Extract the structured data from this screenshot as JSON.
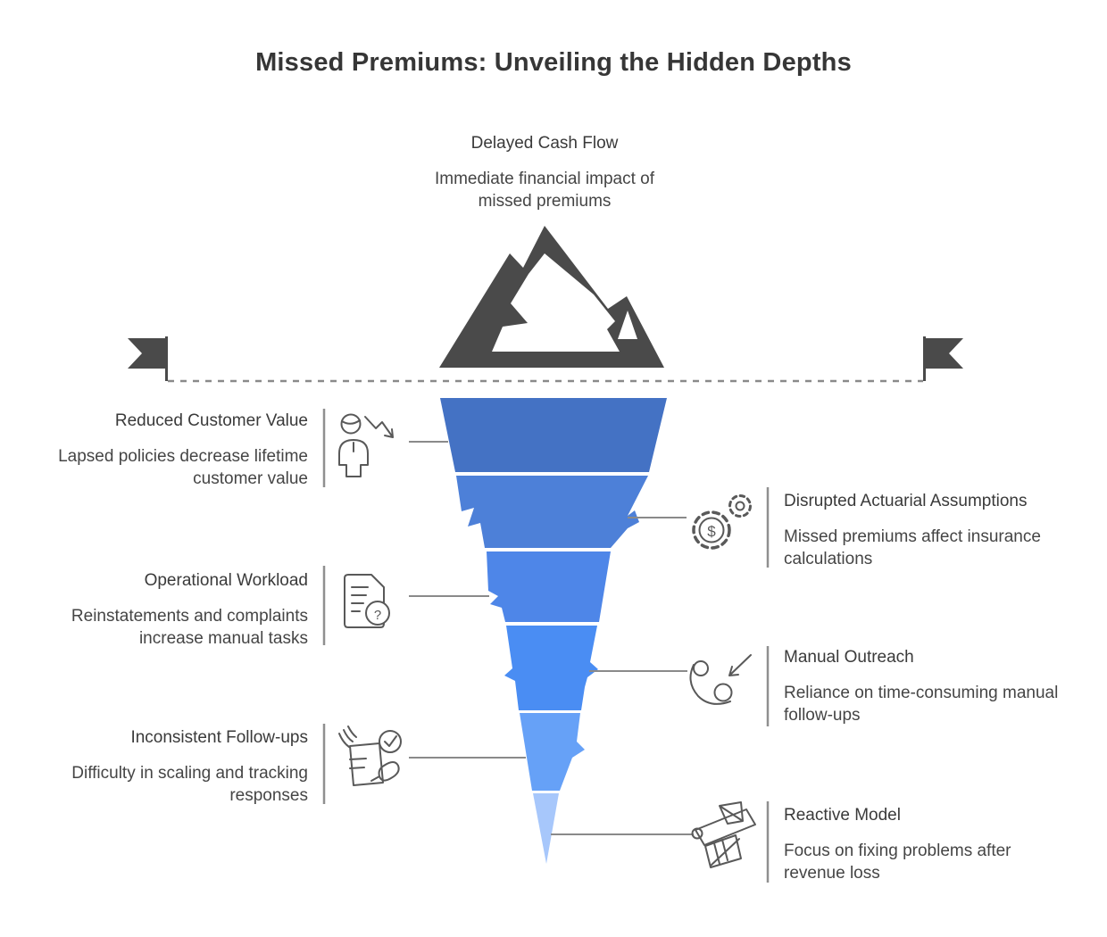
{
  "title": "Missed Premiums: Unveiling the Hidden Depths",
  "top_item": {
    "title": "Delayed Cash Flow",
    "desc": "Immediate financial impact of missed premiums",
    "icon": "mountain-icon"
  },
  "left_items": [
    {
      "title": "Reduced Customer Value",
      "desc": "Lapsed policies decrease lifetime customer value",
      "icon": "person-decline-icon"
    },
    {
      "title": "Operational Workload",
      "desc": "Reinstatements and complaints increase manual tasks",
      "icon": "document-question-icon"
    },
    {
      "title": "Inconsistent Follow-ups",
      "desc": "Difficulty in scaling and tracking responses",
      "icon": "checklist-hand-icon"
    }
  ],
  "right_items": [
    {
      "title": "Disrupted Actuarial Assumptions",
      "desc": "Missed premiums affect insurance calculations",
      "icon": "gears-dollar-icon"
    },
    {
      "title": "Manual Outreach",
      "desc": "Reliance on time-consuming manual follow-ups",
      "icon": "phone-incoming-icon"
    },
    {
      "title": "Reactive Model",
      "desc": "Focus on fixing problems after revenue loss",
      "icon": "bandage-icon"
    }
  ],
  "glyphs": {
    "dollar": "$",
    "question": "?"
  },
  "funnel": {
    "levels": 6,
    "colors": [
      "#4472c4",
      "#4d80d8",
      "#4e86e8",
      "#4a8df3",
      "#66a1f7",
      "#a7c7fb"
    ]
  },
  "palette": {
    "dark": "#4a4a4a",
    "text": "#3c3c3c",
    "line": "#8a8a8a",
    "divider": "#8f8f8f",
    "icon_stroke": "#595959"
  }
}
